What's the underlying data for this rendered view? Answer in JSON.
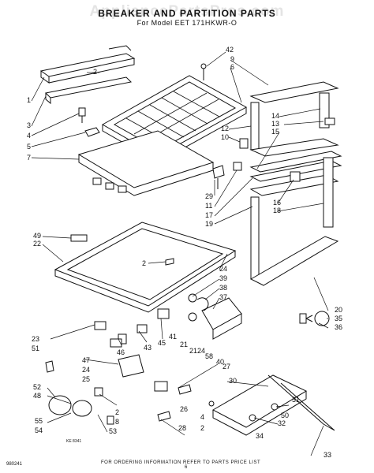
{
  "header": {
    "watermark": "AppliancePartsPros.com",
    "title": "BREAKER AND PARTITION PARTS",
    "subtitle": "For Model EET 171HKWR-O"
  },
  "footer": {
    "note": "FOR ORDERING INFORMATION REFER TO PARTS PRICE LIST",
    "code": "980241",
    "page": "6",
    "stamp": "KE 8341"
  },
  "callouts": [
    {
      "id": "c42",
      "text": "42"
    },
    {
      "id": "c9",
      "text": "9"
    },
    {
      "id": "c6",
      "text": "6"
    },
    {
      "id": "c14",
      "text": "14"
    },
    {
      "id": "c13",
      "text": "13"
    },
    {
      "id": "c15",
      "text": "15"
    },
    {
      "id": "c12",
      "text": "12"
    },
    {
      "id": "c10",
      "text": "10"
    },
    {
      "id": "c1",
      "text": "1"
    },
    {
      "id": "c2a",
      "text": "2"
    },
    {
      "id": "c3",
      "text": "3"
    },
    {
      "id": "c4",
      "text": "4"
    },
    {
      "id": "c5",
      "text": "5"
    },
    {
      "id": "c7",
      "text": "7"
    },
    {
      "id": "c29",
      "text": "29"
    },
    {
      "id": "c11",
      "text": "11"
    },
    {
      "id": "c17",
      "text": "17"
    },
    {
      "id": "c19",
      "text": "19"
    },
    {
      "id": "c16",
      "text": "16"
    },
    {
      "id": "c18",
      "text": "18"
    },
    {
      "id": "c49",
      "text": "49"
    },
    {
      "id": "c22",
      "text": "22"
    },
    {
      "id": "c2b",
      "text": "2"
    },
    {
      "id": "c24a",
      "text": "24"
    },
    {
      "id": "c39",
      "text": "39"
    },
    {
      "id": "c38",
      "text": "38"
    },
    {
      "id": "c37",
      "text": "37"
    },
    {
      "id": "c20",
      "text": "20"
    },
    {
      "id": "c35",
      "text": "35"
    },
    {
      "id": "c36",
      "text": "36"
    },
    {
      "id": "c23",
      "text": "23"
    },
    {
      "id": "c51",
      "text": "51"
    },
    {
      "id": "c46",
      "text": "46"
    },
    {
      "id": "c43",
      "text": "43"
    },
    {
      "id": "c45",
      "text": "45"
    },
    {
      "id": "c41",
      "text": "41"
    },
    {
      "id": "c21a",
      "text": "21"
    },
    {
      "id": "c21b",
      "text": "21"
    },
    {
      "id": "c24b",
      "text": "24"
    },
    {
      "id": "c58",
      "text": "58"
    },
    {
      "id": "c40",
      "text": "40"
    },
    {
      "id": "c47",
      "text": "47"
    },
    {
      "id": "c24c",
      "text": "24"
    },
    {
      "id": "c25",
      "text": "25"
    },
    {
      "id": "c27",
      "text": "27"
    },
    {
      "id": "c30",
      "text": "30"
    },
    {
      "id": "c52",
      "text": "52"
    },
    {
      "id": "c48",
      "text": "48"
    },
    {
      "id": "c2c",
      "text": "2"
    },
    {
      "id": "c8",
      "text": "8"
    },
    {
      "id": "c53",
      "text": "53"
    },
    {
      "id": "c55",
      "text": "55"
    },
    {
      "id": "c54",
      "text": "54"
    },
    {
      "id": "c26",
      "text": "26"
    },
    {
      "id": "c28",
      "text": "28"
    },
    {
      "id": "c4b",
      "text": "4"
    },
    {
      "id": "c2d",
      "text": "2"
    },
    {
      "id": "c31",
      "text": "31"
    },
    {
      "id": "c50",
      "text": "50"
    },
    {
      "id": "c32",
      "text": "32"
    },
    {
      "id": "c34",
      "text": "34"
    },
    {
      "id": "c33",
      "text": "33"
    }
  ]
}
